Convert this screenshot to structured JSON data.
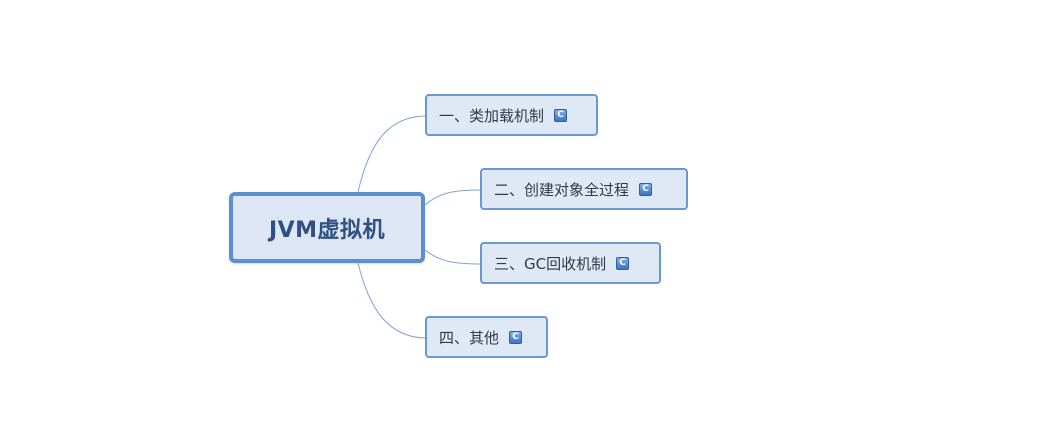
{
  "mindmap": {
    "root": {
      "label": "JVM虚拟机"
    },
    "branches": [
      {
        "label": "一、类加载机制",
        "icon": "collapse-c-icon",
        "icon_glyph": "C"
      },
      {
        "label": "二、创建对象全过程",
        "icon": "collapse-c-icon",
        "icon_glyph": "C"
      },
      {
        "label": "三、GC回收机制",
        "icon": "collapse-c-icon",
        "icon_glyph": "C"
      },
      {
        "label": "四、其他",
        "icon": "collapse-c-icon",
        "icon_glyph": "C"
      }
    ]
  },
  "colors": {
    "root_border": "#5b8fcf",
    "root_fill": "#dce6f4",
    "root_text": "#2f5080",
    "branch_border": "#6b98d0",
    "branch_fill": "#dfe8f5",
    "connector": "#7ea3cf"
  }
}
